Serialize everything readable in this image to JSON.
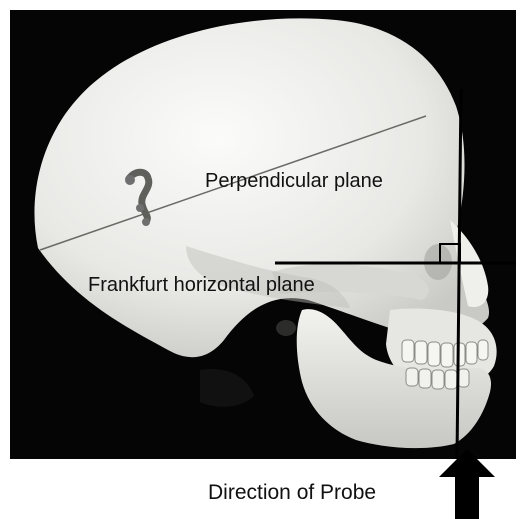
{
  "figure": {
    "labels": {
      "perpendicular_plane": "Perpendicular plane",
      "frankfurt_horizontal_plane": "Frankfurt horizontal plane",
      "direction_of_probe": "Direction of Probe"
    },
    "photo_subject": "human-skull-lateral-view",
    "colors": {
      "background": "#050505",
      "bone": "#ededeb",
      "bone_shadow": "#b9b9b6",
      "line": "#000000",
      "arrow": "#000000",
      "screw": "#6f6f6f"
    },
    "icons": {
      "probe_direction": "arrow-up-icon",
      "plane_intersection": "right-angle-marker-icon"
    }
  }
}
